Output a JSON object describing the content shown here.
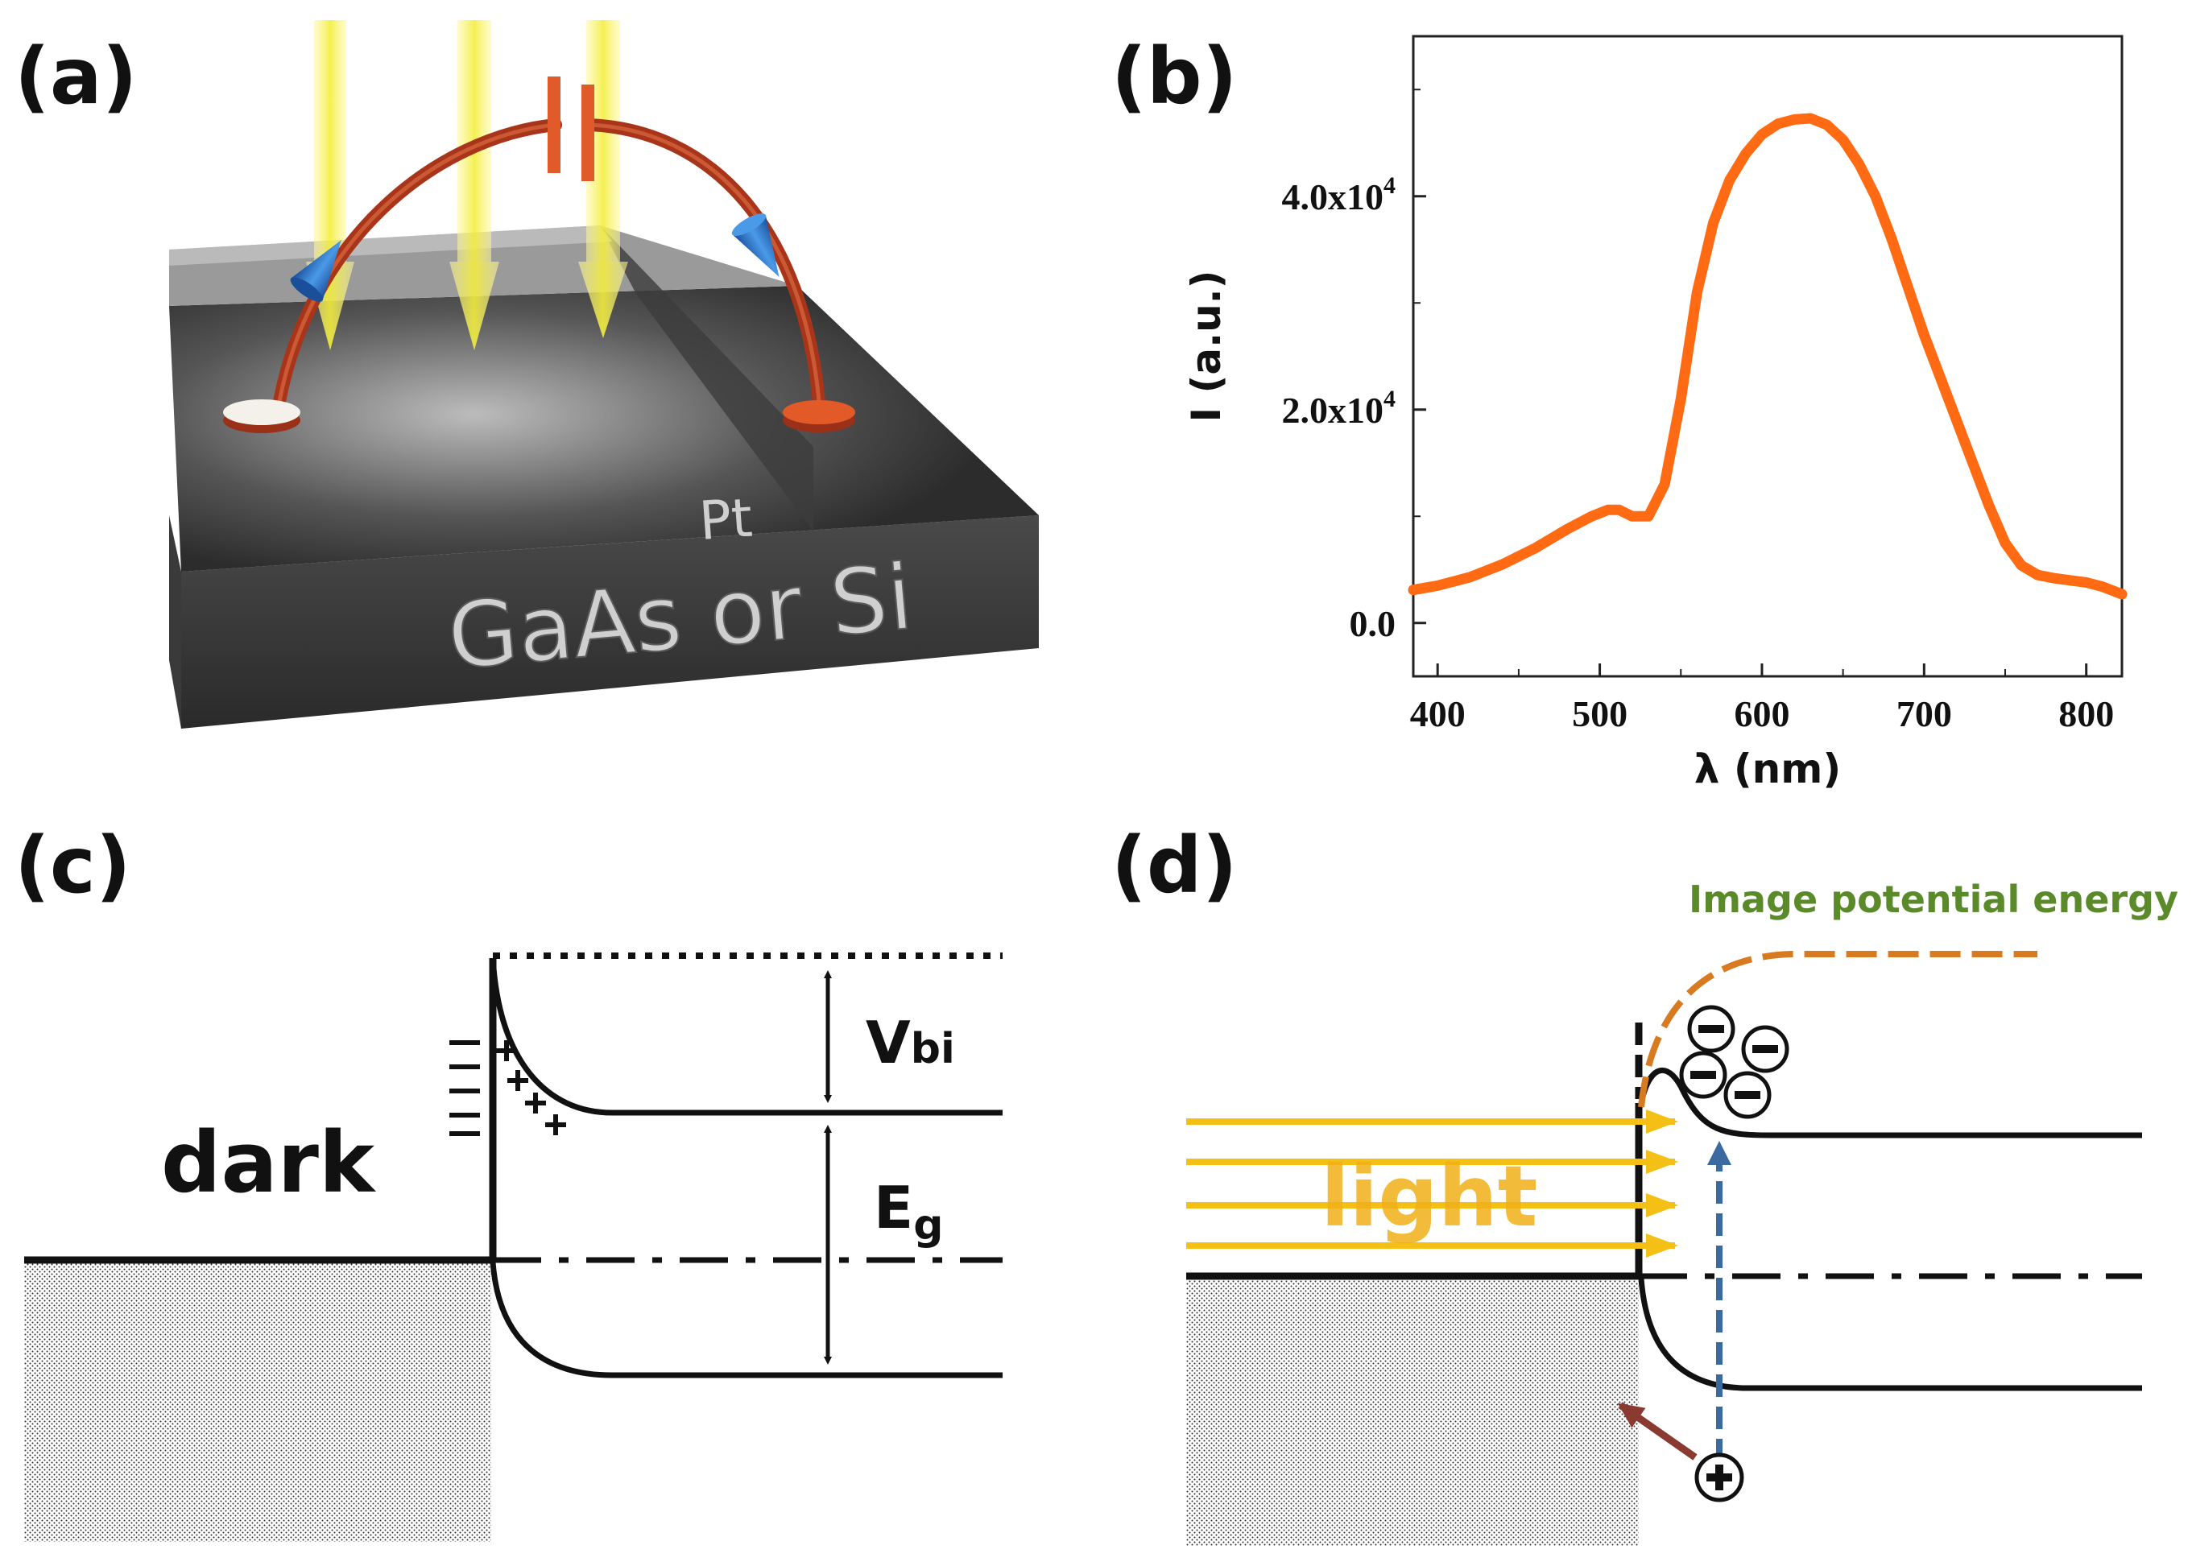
{
  "panels": {
    "a": {
      "label": "(a)",
      "top_layer": "Pt",
      "substrate": "GaAs or Si",
      "colors": {
        "light_beam": "#f4f050",
        "wire": "#a8341a",
        "arrow_cone": "#2a6fc0"
      }
    },
    "b": {
      "label": "(b)"
    },
    "c": {
      "label": "(c)",
      "condition": "dark",
      "vbi_main": "V",
      "vbi_sub": "bi",
      "eg_main": "E",
      "eg_sub": "g"
    },
    "d": {
      "label": "(d)",
      "condition": "light",
      "image_potential": "Image potential energy",
      "colors": {
        "light": "#f5c016",
        "image_curve": "#d87a20",
        "image_text": "#5a8a2a",
        "transition": "#3a6aa0",
        "hole_path": "#8a3a30"
      }
    }
  },
  "chart_data": {
    "type": "line",
    "xlabel": "λ (nm)",
    "ylabel": "I (a.u.)",
    "xlim": [
      385,
      822
    ],
    "ylim": [
      -5000,
      55000
    ],
    "xticks": [
      400,
      500,
      600,
      700,
      800
    ],
    "yticks": [
      0,
      20000,
      40000
    ],
    "ytick_labels": [
      {
        "mant": "0.0",
        "exp": ""
      },
      {
        "mant": "2.0x10",
        "exp": "4"
      },
      {
        "mant": "4.0x10",
        "exp": "4"
      }
    ],
    "color": "#ff6a13",
    "series": [
      {
        "x": [
          385,
          400,
          420,
          440,
          460,
          480,
          495,
          505,
          512,
          520,
          530,
          540,
          550,
          560,
          570,
          580,
          590,
          600,
          610,
          620,
          630,
          640,
          650,
          660,
          670,
          680,
          690,
          700,
          710,
          720,
          730,
          740,
          750,
          760,
          770,
          780,
          790,
          800,
          810,
          822
        ],
        "y": [
          3100,
          3500,
          4300,
          5500,
          7000,
          8800,
          10000,
          10600,
          10600,
          10000,
          10000,
          13000,
          21000,
          31000,
          37500,
          41500,
          44000,
          45800,
          46800,
          47200,
          47300,
          46700,
          45300,
          43000,
          40000,
          36000,
          31500,
          27000,
          23000,
          19000,
          15000,
          11000,
          7500,
          5400,
          4500,
          4200,
          4000,
          3800,
          3400,
          2700
        ]
      }
    ]
  }
}
